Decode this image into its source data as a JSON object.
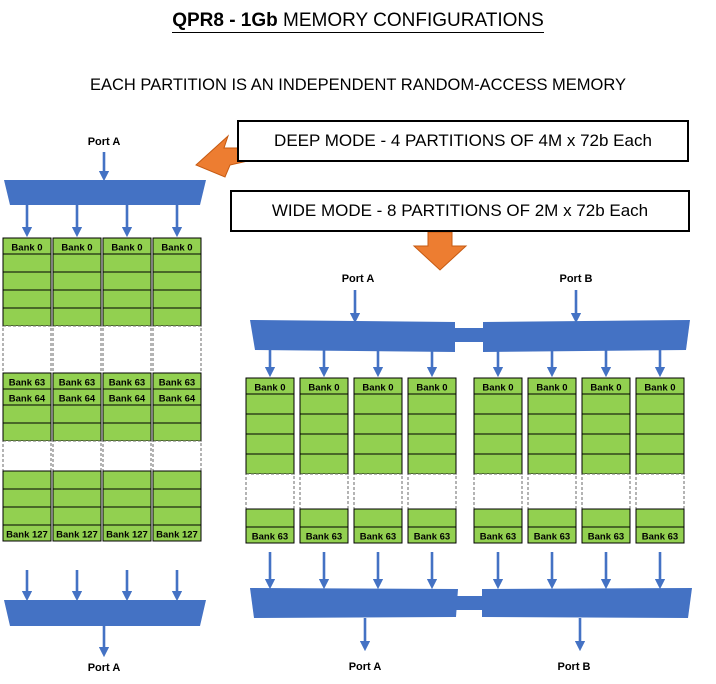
{
  "header": {
    "title_bold": "QPR8 - 1Gb",
    "title_rest": " MEMORY  CONFIGURATIONS",
    "subtitle": "EACH PARTITION IS AN INDEPENDENT RANDOM-ACCESS MEMORY"
  },
  "callouts": {
    "deep": "DEEP MODE - 4 PARTITIONS OF 4M x 72b Each",
    "wide": "WIDE MODE - 8 PARTITIONS OF 2M x 72b Each"
  },
  "deep_mode": {
    "port_top": "Port A",
    "port_bottom": "Port A",
    "columns": 4,
    "bank_labels": {
      "first": "Bank 0",
      "a": "Bank 63",
      "b": "Bank 64",
      "last": "Bank 127"
    }
  },
  "wide_mode": {
    "left_port_top": "Port A",
    "right_port_top": "Port B",
    "left_port_bottom": "Port A",
    "right_port_bottom": "Port B",
    "columns_per_side": 4,
    "bank_labels": {
      "first": "Bank 0",
      "last": "Bank 63"
    }
  },
  "colors": {
    "bus": "#4472c4",
    "bank": "#92d050",
    "arrow_orange": "#ed7d31",
    "outline": "#000000"
  }
}
